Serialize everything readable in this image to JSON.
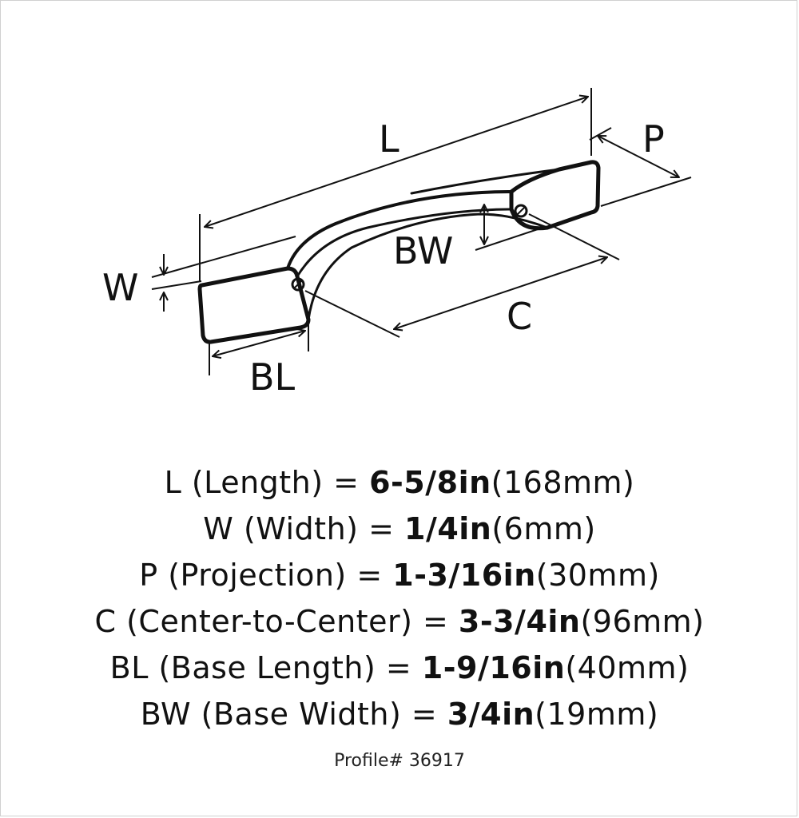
{
  "diagram": {
    "labels": {
      "L": "L",
      "P": "P",
      "BW": "BW",
      "W": "W",
      "C": "C",
      "BL": "BL"
    }
  },
  "specs": [
    {
      "code": "L",
      "name": " (Length) = ",
      "value": "6-5/8in",
      "metric": "(168mm)"
    },
    {
      "code": "W",
      "name": " (Width) = ",
      "value": "1/4in",
      "metric": "(6mm)"
    },
    {
      "code": "P",
      "name": " (Projection) = ",
      "value": "1-3/16in",
      "metric": "(30mm)"
    },
    {
      "code": "C",
      "name": " (Center-to-Center) = ",
      "value": "3-3/4in",
      "metric": "(96mm)"
    },
    {
      "code": "BL",
      "name": " (Base Length) = ",
      "value": "1-9/16in",
      "metric": "(40mm)"
    },
    {
      "code": "BW",
      "name": " (Base Width) = ",
      "value": "3/4in",
      "metric": "(19mm)"
    }
  ],
  "profile": "Profile# 36917",
  "colors": {
    "ink": "#111111",
    "background": "#ffffff"
  }
}
